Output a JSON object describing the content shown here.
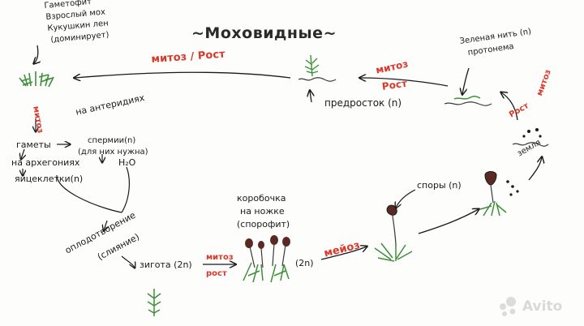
{
  "title": "~Моховидные~",
  "gametophyte_note": [
    "Гаметофит",
    "Взрослый мох",
    "Кукушкин лен",
    "(доминирует)"
  ],
  "mitosis_growth_top": "митоз / Рост",
  "mitosis_left": "митоз",
  "mitosis_mid": [
    "митоз",
    "Рост"
  ],
  "mitosis_right": [
    "митоз",
    "Рост"
  ],
  "protonema_note": [
    "Зеленая нить (n)",
    "протонема"
  ],
  "preshoot": "предросток (n)",
  "gametes": "гаметы",
  "on_antheridia": "на антеридиях",
  "on_archegonia": "на архегониях",
  "sperm": [
    "спермии(n)",
    "(для них нужна)",
    "H₂O"
  ],
  "eggs": "яйцеклетки(n)",
  "fertilization": [
    "оплодотворение",
    "(слияние)"
  ],
  "zygote": "зигота (2n)",
  "mitosis_growth_bottom": [
    "митоз",
    "рост"
  ],
  "capsule_note": [
    "коробочка",
    "на ножке",
    "(спорофит)"
  ],
  "two_n": "(2n)",
  "meiosis": "мейоз",
  "spores": "споры (n)",
  "soil": "земля",
  "watermark": "Avito",
  "colors": {
    "red": "#d8392b",
    "green": "#3e8e3a",
    "ink": "#1a1a1a",
    "capsule": "#5a2a22"
  }
}
